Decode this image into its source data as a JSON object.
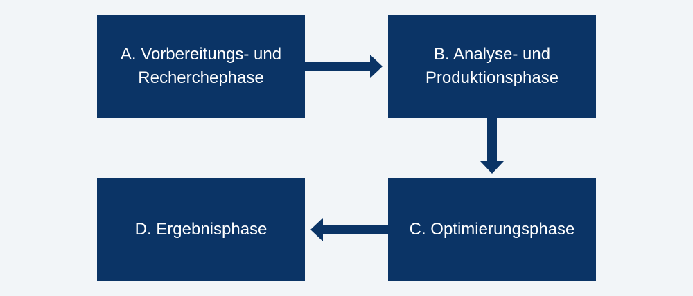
{
  "diagram": {
    "phases": [
      {
        "id": "A",
        "label": "A. Vorbereitungs- und\nRecherchephase"
      },
      {
        "id": "B",
        "label": "B. Analyse- und\nProduktionsphase"
      },
      {
        "id": "C",
        "label": "C. Optimierungsphase"
      },
      {
        "id": "D",
        "label": "D. Ergebnisphase"
      }
    ],
    "connections": [
      {
        "from": "A",
        "to": "B"
      },
      {
        "from": "B",
        "to": "C"
      },
      {
        "from": "C",
        "to": "D"
      }
    ],
    "colors": {
      "background": "#f2f5f8",
      "box": "#0b3466",
      "text": "#ffffff",
      "arrow": "#0b3466"
    }
  }
}
